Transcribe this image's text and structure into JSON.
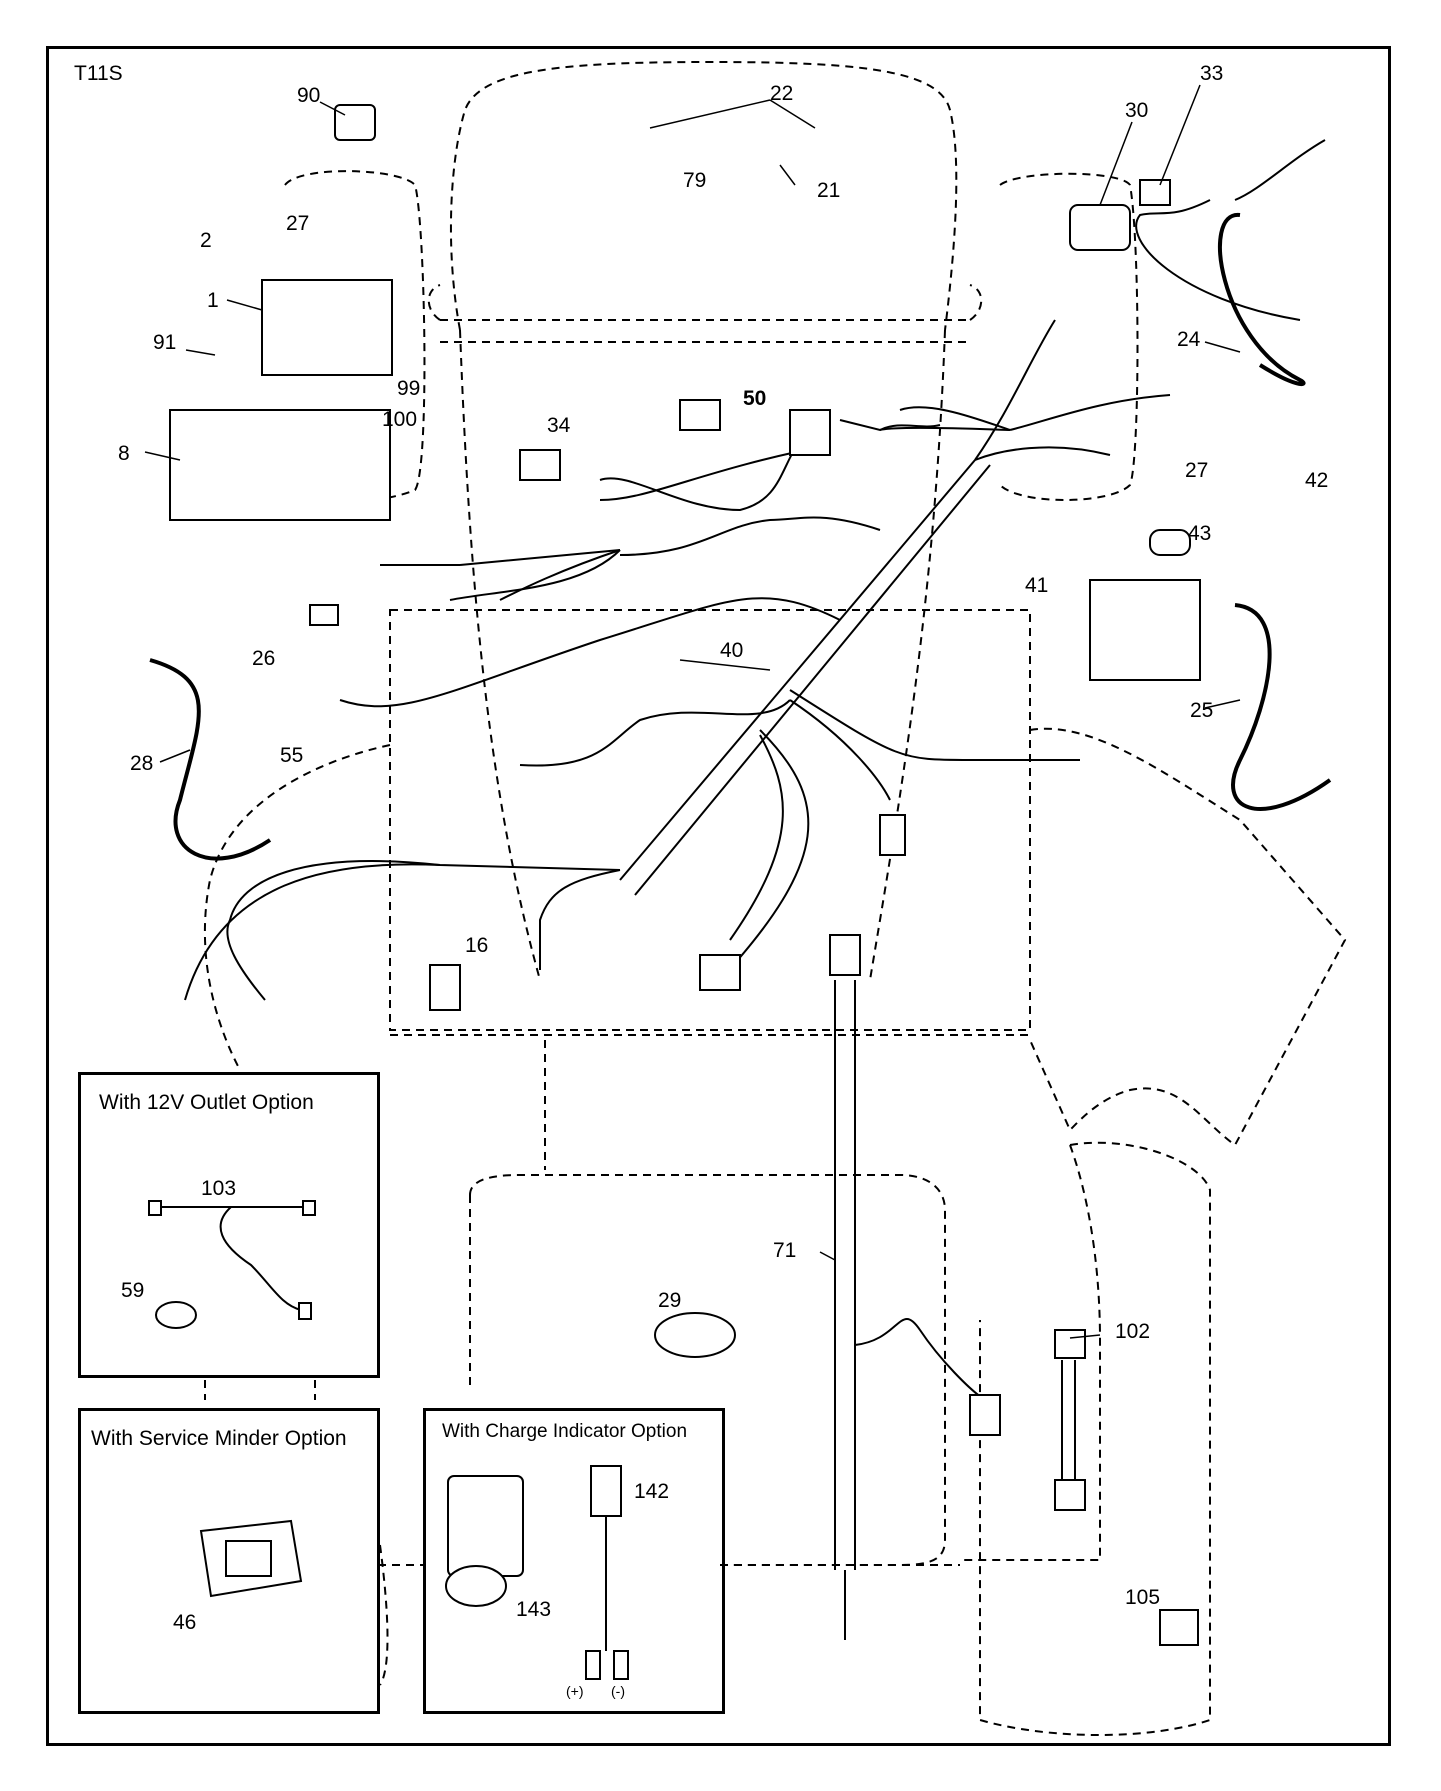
{
  "diagram": {
    "code": "T11S",
    "parts": [
      {
        "id": "p90",
        "label": "90"
      },
      {
        "id": "p22",
        "label": "22"
      },
      {
        "id": "p79",
        "label": "79"
      },
      {
        "id": "p21",
        "label": "21"
      },
      {
        "id": "p30",
        "label": "30"
      },
      {
        "id": "p33",
        "label": "33"
      },
      {
        "id": "p27a",
        "label": "27"
      },
      {
        "id": "p2",
        "label": "2"
      },
      {
        "id": "p1",
        "label": "1"
      },
      {
        "id": "p91",
        "label": "91"
      },
      {
        "id": "p99",
        "label": "99"
      },
      {
        "id": "p100",
        "label": "100"
      },
      {
        "id": "p8",
        "label": "8"
      },
      {
        "id": "p24",
        "label": "24"
      },
      {
        "id": "p50",
        "label": "50"
      },
      {
        "id": "p34",
        "label": "34"
      },
      {
        "id": "p27b",
        "label": "27"
      },
      {
        "id": "p42",
        "label": "42"
      },
      {
        "id": "p43",
        "label": "43"
      },
      {
        "id": "p41",
        "label": "41"
      },
      {
        "id": "p26",
        "label": "26"
      },
      {
        "id": "p40",
        "label": "40"
      },
      {
        "id": "p25",
        "label": "25"
      },
      {
        "id": "p28",
        "label": "28"
      },
      {
        "id": "p55",
        "label": "55"
      },
      {
        "id": "p16",
        "label": "16"
      },
      {
        "id": "p71",
        "label": "71"
      },
      {
        "id": "p29",
        "label": "29"
      },
      {
        "id": "p102",
        "label": "102"
      },
      {
        "id": "p105",
        "label": "105"
      }
    ],
    "insets": {
      "outlet": {
        "title": "With 12V Outlet Option",
        "parts": [
          {
            "label": "103"
          },
          {
            "label": "59"
          }
        ]
      },
      "minder": {
        "title": "With Service Minder Option",
        "parts": [
          {
            "label": "46"
          }
        ]
      },
      "charge": {
        "title": "With Charge Indicator Option",
        "parts": [
          {
            "label": "142"
          },
          {
            "label": "143"
          }
        ],
        "plus": "(+)",
        "minus": "(-)"
      }
    }
  }
}
